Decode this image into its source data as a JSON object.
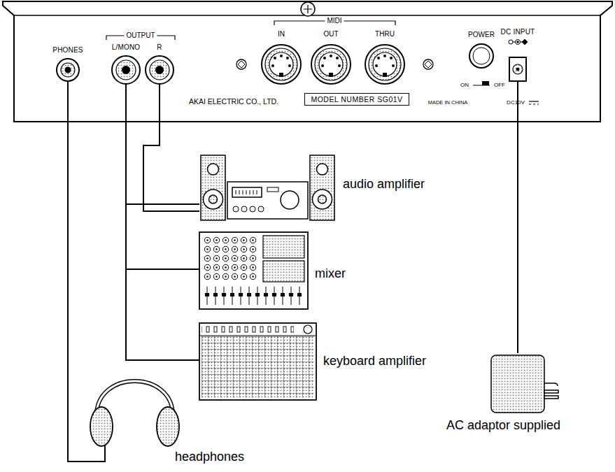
{
  "diagram": {
    "nodes": [
      {
        "text": [
          "PHONES"
        ]
      },
      {
        "text": [
          "L/MONO"
        ]
      },
      {
        "text": [
          "R"
        ]
      },
      {
        "text": [
          "MODEL NUMBER SG01V"
        ]
      },
      {
        "text": [
          "DC INPUT"
        ]
      },
      {
        "text": [
          "audio amplifier"
        ]
      },
      {
        "text": [
          "mixer"
        ]
      },
      {
        "text": [
          "keyboard amplifier"
        ]
      },
      {
        "text": [
          "AC adaptor supplied"
        ]
      },
      {
        "text": [
          "headphones"
        ]
      }
    ],
    "edges": [
      {
        "from": 0,
        "to": 9,
        "arrow": "none"
      },
      {
        "from": 1,
        "to": 5,
        "arrow": "none"
      },
      {
        "from": 1,
        "to": 6,
        "arrow": "none"
      },
      {
        "from": 1,
        "to": 7,
        "arrow": "none"
      },
      {
        "from": 2,
        "to": 5,
        "arrow": "none"
      },
      {
        "from": 4,
        "to": 8,
        "arrow": "none"
      }
    ],
    "labels": [
      "OUTPUT",
      "MIDI",
      "IN",
      "OUT",
      "THRU",
      "POWER",
      "ON",
      "OFF",
      "AKAI ELECTRIC CO., LTD.",
      "MADE IN CHINA",
      "DC10V"
    ]
  }
}
